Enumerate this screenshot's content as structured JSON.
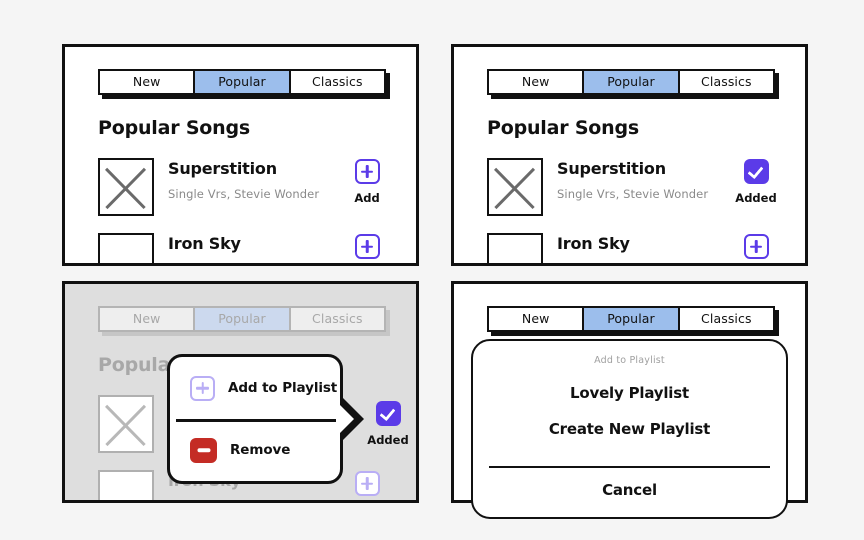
{
  "colors": {
    "accent_purple": "#5b3be8",
    "tab_active_blue": "#9cbeec",
    "remove_red": "#c42c25",
    "frame_black": "#111111",
    "dim_overlay": "#dedede",
    "page_bg": "#f5f5f5"
  },
  "tabs": [
    {
      "label": "New",
      "active": false
    },
    {
      "label": "Popular",
      "active": true
    },
    {
      "label": "Classics",
      "active": false
    }
  ],
  "section": {
    "title": "Popular Songs"
  },
  "songs": [
    {
      "title": "Superstition",
      "subtitle": "Single Vrs,  Stevie Wonder"
    },
    {
      "title": "Iron Sky",
      "subtitle": ""
    }
  ],
  "actions": {
    "add_label": "Add",
    "added_label": "Added"
  },
  "panels": {
    "p1": {
      "name": "default-state"
    },
    "p2": {
      "name": "added-state"
    },
    "p3": {
      "name": "context-menu-state"
    },
    "p4": {
      "name": "playlist-sheet-state"
    }
  },
  "popover": {
    "items": [
      {
        "label": "Add to Playlist",
        "icon": "plus-icon"
      },
      {
        "label": "Remove",
        "icon": "minus-icon"
      }
    ]
  },
  "sheet": {
    "header": "Add to Playlist",
    "options": [
      "Lovely Playlist",
      "Create New Playlist"
    ],
    "cancel": "Cancel"
  }
}
